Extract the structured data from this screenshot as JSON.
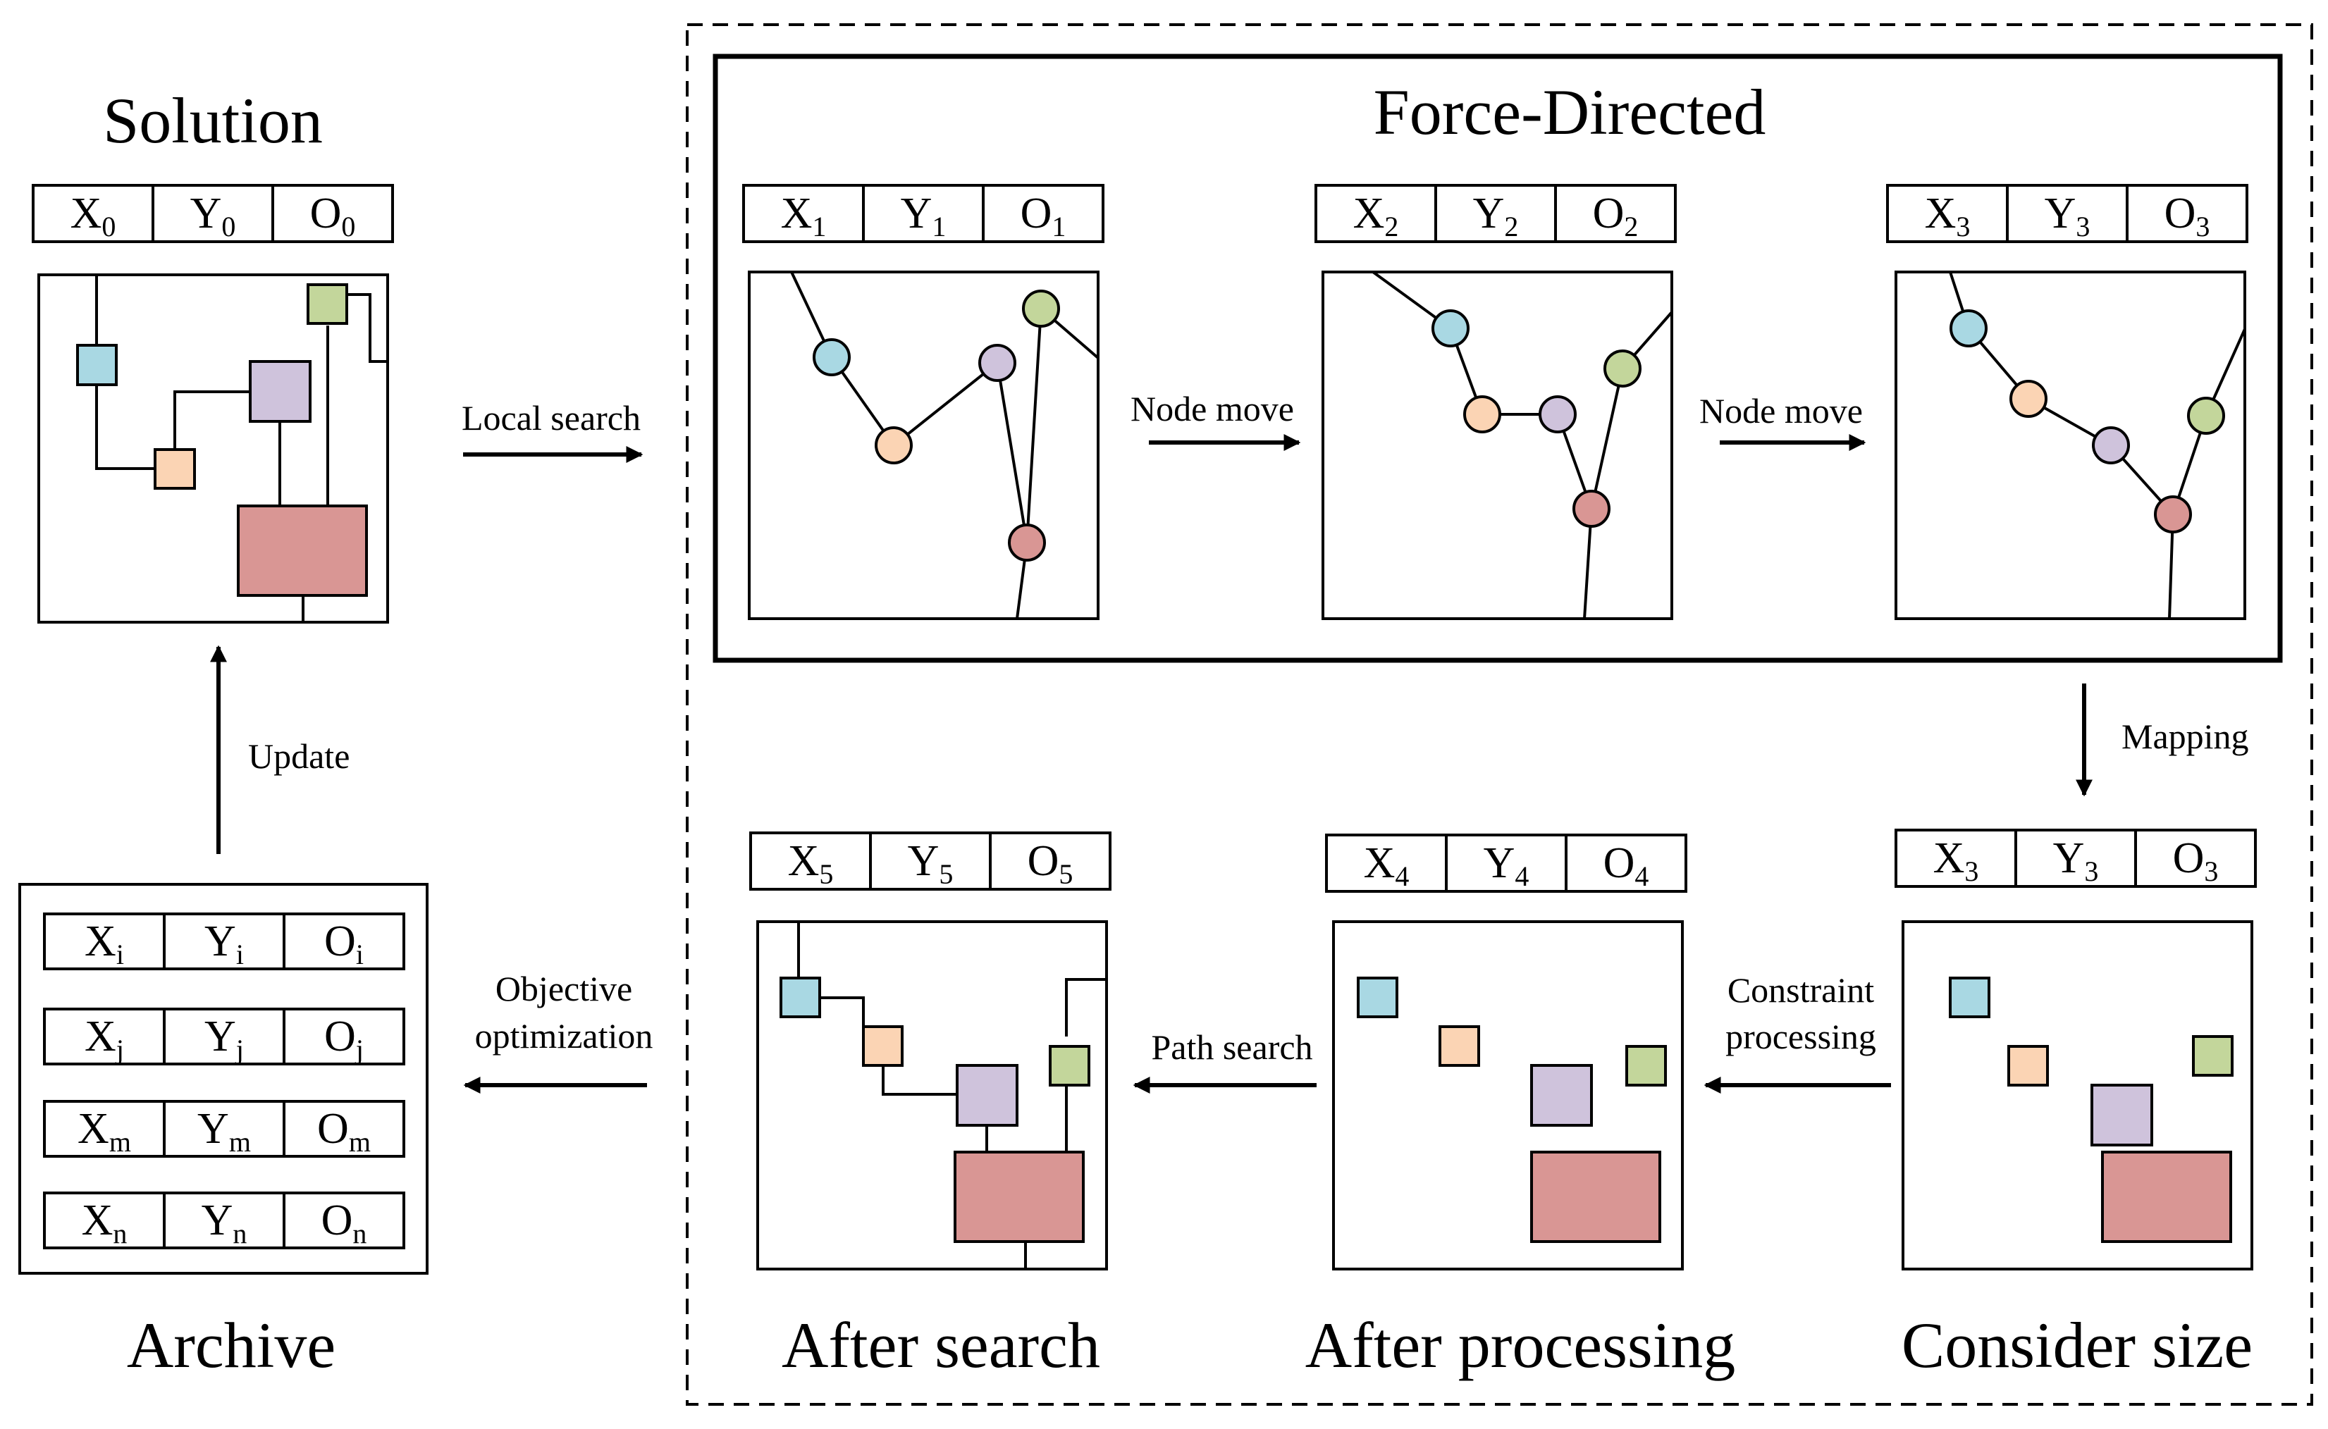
{
  "titles": {
    "solution": "Solution",
    "force_directed": "Force-Directed",
    "archive": "Archive",
    "after_search": "After search",
    "after_processing": "After processing",
    "consider_size": "Consider size"
  },
  "arrows": {
    "local_search": "Local search",
    "node_move_1": "Node move",
    "node_move_2": "Node move",
    "mapping": "Mapping",
    "update": "Update",
    "objective_line1": "Objective",
    "objective_line2": "optimization",
    "constraint_line1": "Constraint",
    "constraint_line2": "processing",
    "path_search": "Path search"
  },
  "tuples": {
    "solution": [
      {
        "b": "X",
        "s": "0"
      },
      {
        "b": "Y",
        "s": "0"
      },
      {
        "b": "O",
        "s": "0"
      }
    ],
    "fd1": [
      {
        "b": "X",
        "s": "1"
      },
      {
        "b": "Y",
        "s": "1"
      },
      {
        "b": "O",
        "s": "1"
      }
    ],
    "fd2": [
      {
        "b": "X",
        "s": "2"
      },
      {
        "b": "Y",
        "s": "2"
      },
      {
        "b": "O",
        "s": "2"
      }
    ],
    "fd3": [
      {
        "b": "X",
        "s": "3"
      },
      {
        "b": "Y",
        "s": "3"
      },
      {
        "b": "O",
        "s": "3"
      }
    ],
    "consider": [
      {
        "b": "X",
        "s": "3"
      },
      {
        "b": "Y",
        "s": "3"
      },
      {
        "b": "O",
        "s": "3"
      }
    ],
    "processing": [
      {
        "b": "X",
        "s": "4"
      },
      {
        "b": "Y",
        "s": "4"
      },
      {
        "b": "O",
        "s": "4"
      }
    ],
    "search": [
      {
        "b": "X",
        "s": "5"
      },
      {
        "b": "Y",
        "s": "5"
      },
      {
        "b": "O",
        "s": "5"
      }
    ],
    "archive_i": [
      {
        "b": "X",
        "s": "i"
      },
      {
        "b": "Y",
        "s": "i"
      },
      {
        "b": "O",
        "s": "i"
      }
    ],
    "archive_j": [
      {
        "b": "X",
        "s": "j"
      },
      {
        "b": "Y",
        "s": "j"
      },
      {
        "b": "O",
        "s": "j"
      }
    ],
    "archive_m": [
      {
        "b": "X",
        "s": "m"
      },
      {
        "b": "Y",
        "s": "m"
      },
      {
        "b": "O",
        "s": "m"
      }
    ],
    "archive_n": [
      {
        "b": "X",
        "s": "n"
      },
      {
        "b": "Y",
        "s": "n"
      },
      {
        "b": "O",
        "s": "n"
      }
    ]
  },
  "colors": {
    "blue": "#a9d8e3",
    "orange": "#fbd4b4",
    "purple": "#cfc3dc",
    "green": "#c3d69b",
    "red": "#d99694",
    "stroke": "#000000"
  }
}
